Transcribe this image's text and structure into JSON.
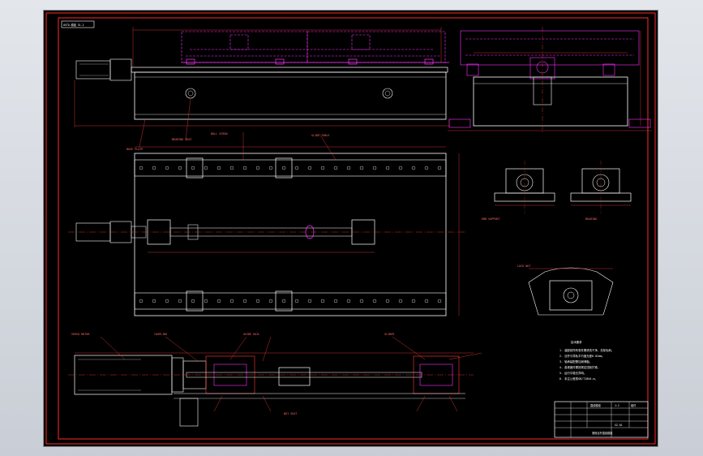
{
  "sheet": {
    "background": "#000000",
    "border_color": "#ff2a2a",
    "line_color": "#ffffff",
    "dim_color": "#ff3b3b",
    "hidden_color": "#ff33ff",
    "center_color": "#ff4444",
    "viewport_background": "#d4d8df"
  },
  "stamp": "USTD-模组 51-2",
  "callouts": [
    "BASE PLATE",
    "BEARING SEAT",
    "BALL SCREW",
    "NUT SEAT",
    "SLIDE TABLE",
    "SERVO MOTOR",
    "COUPLING",
    "END SUPPORT",
    "BEARING",
    "LOCK NUT",
    "GUIDE RAIL",
    "SLIDER"
  ],
  "notes": {
    "heading": "技术要求",
    "items": [
      "1. 装配前所有零件需清洗干净，去除毛刺。",
      "2. 丝杆与导轨平行度允差0.02mm。",
      "3. 轴承装配需加润滑脂。",
      "4. 各紧固件需按规定扭矩拧紧。",
      "5. 运行平稳无异响。",
      "6. 未注公差按GB/T1804-m。"
    ]
  },
  "title_block": {
    "part_name": "直线模组",
    "scale": "1:2",
    "material": "组件",
    "drawing_no": "SZ-01",
    "footer": "滚珠丝杆直线模组"
  }
}
